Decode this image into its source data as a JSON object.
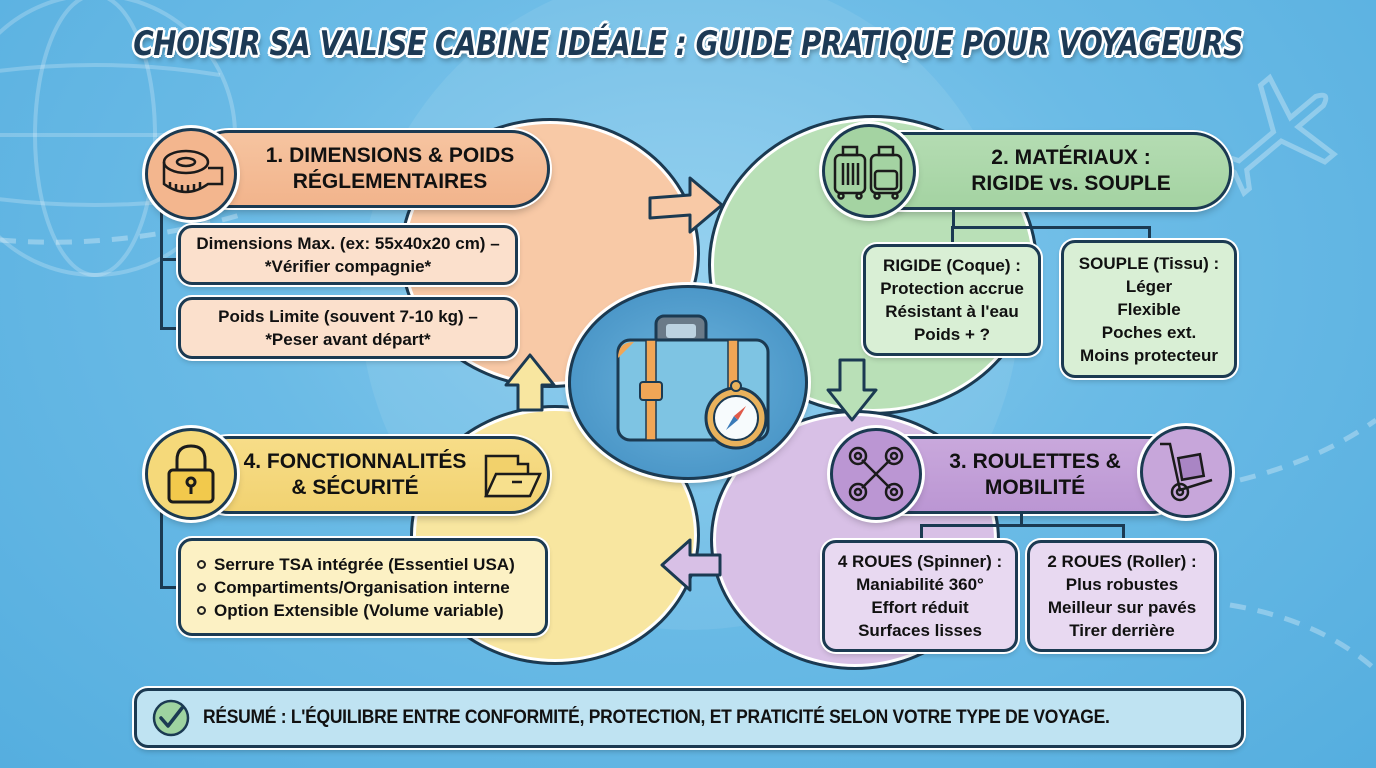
{
  "title": "CHOISIR SA VALISE CABINE IDÉALE : GUIDE PRATIQUE POUR VOYAGEURS",
  "colors": {
    "background": "#6bbbe6",
    "title_text": "#1d3a55",
    "outline": "#1b3a52",
    "peach": "#f2b48c",
    "green": "#a4d3a2",
    "purple": "#bb96d3",
    "yellow": "#f1d271",
    "center": "#4a93c4"
  },
  "center": {
    "icon": "suitcase-compass-icon"
  },
  "sections": {
    "dimensions": {
      "title_line1": "1. DIMENSIONS & POIDS",
      "title_line2": "RÉGLEMENTAIRES",
      "icon": "measuring-tape-icon",
      "items": [
        {
          "line1": "Dimensions Max. (ex: 55x40x20 cm) –",
          "line2": "*Vérifier compagnie*"
        },
        {
          "line1": "Poids Limite (souvent 7-10 kg) –",
          "line2": "*Peser avant départ*"
        }
      ]
    },
    "materiaux": {
      "title_line1": "2. MATÉRIAUX :",
      "title_line2": "RIGIDE vs. SOUPLE",
      "icon": "suitcases-icon",
      "rigide": [
        "RIGIDE (Coque) :",
        "Protection accrue",
        "Résistant à l'eau",
        "Poids + ?"
      ],
      "souple": [
        "SOUPLE (Tissu) :",
        "Léger",
        "Flexible",
        "Poches ext.",
        "Moins protecteur"
      ]
    },
    "roulettes": {
      "title_line1": "3. ROULETTES &",
      "title_line2": "MOBILITÉ",
      "icon_left": "spinner-wheels-icon",
      "icon_right": "hand-truck-icon",
      "quatre_roues": [
        "4 ROUES (Spinner) :",
        "Maniabilité 360°",
        "Effort réduit",
        "Surfaces lisses"
      ],
      "deux_roues": [
        "2 ROUES (Roller) :",
        "Plus robustes",
        "Meilleur sur pavés",
        "Tirer derrière"
      ]
    },
    "fonctionnalites": {
      "title_line1": "4. FONCTIONNALITÉS",
      "title_line2": "& SÉCURITÉ",
      "icon_left": "padlock-icon",
      "icon_right": "folder-compartment-icon",
      "items": [
        "Serrure TSA intégrée (Essentiel USA)",
        "Compartiments/Organisation interne",
        "Option Extensible (Volume variable)"
      ]
    }
  },
  "summary": {
    "icon": "checkmark-badge-icon",
    "text": "RÉSUMÉ : L'ÉQUILIBRE ENTRE CONFORMITÉ, PROTECTION, ET PRATICITÉ SELON VOTRE TYPE DE VOYAGE."
  }
}
